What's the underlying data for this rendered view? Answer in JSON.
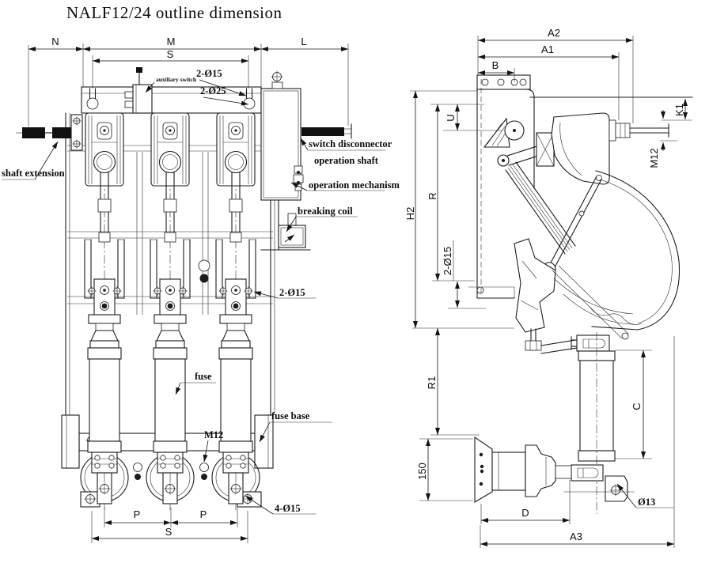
{
  "title": "NALF12/24 outline dimension",
  "front_view": {
    "dim_top": {
      "n": "N",
      "m": "M",
      "l": "L",
      "s": "S"
    },
    "dim_bottom": {
      "p_left": "P",
      "p_right": "P",
      "s": "S"
    },
    "callouts": {
      "auxiliary_switch": "auxiliary switch",
      "holes_top_small": "2-Ø15",
      "holes_top_large": "2-Ø25",
      "shaft_extension": "shaft extension",
      "operation_shaft_line1": "switch disconnector",
      "operation_shaft_line2": "operation shaft",
      "operation_mechanism": "operation mechanism",
      "breaking_coil": "breaking coil",
      "holes_contact": "2-Ø15",
      "fuse": "fuse",
      "fuse_base": "fuse base",
      "stud": "M12",
      "holes_base": "4-Ø15"
    }
  },
  "side_view": {
    "dims": {
      "a2": "A2",
      "a1": "A1",
      "b": "B",
      "k1": "K1",
      "m12": "M12",
      "u": "U",
      "h2": "H2",
      "r": "R",
      "holes_frame": "2-Ø15",
      "r1": "R1",
      "height_150": "150",
      "c": "C",
      "d": "D",
      "a3": "A3",
      "hole_13": "Ø13"
    }
  },
  "colors": {
    "ink": "#1c1c1c",
    "paper": "#ffffff"
  }
}
